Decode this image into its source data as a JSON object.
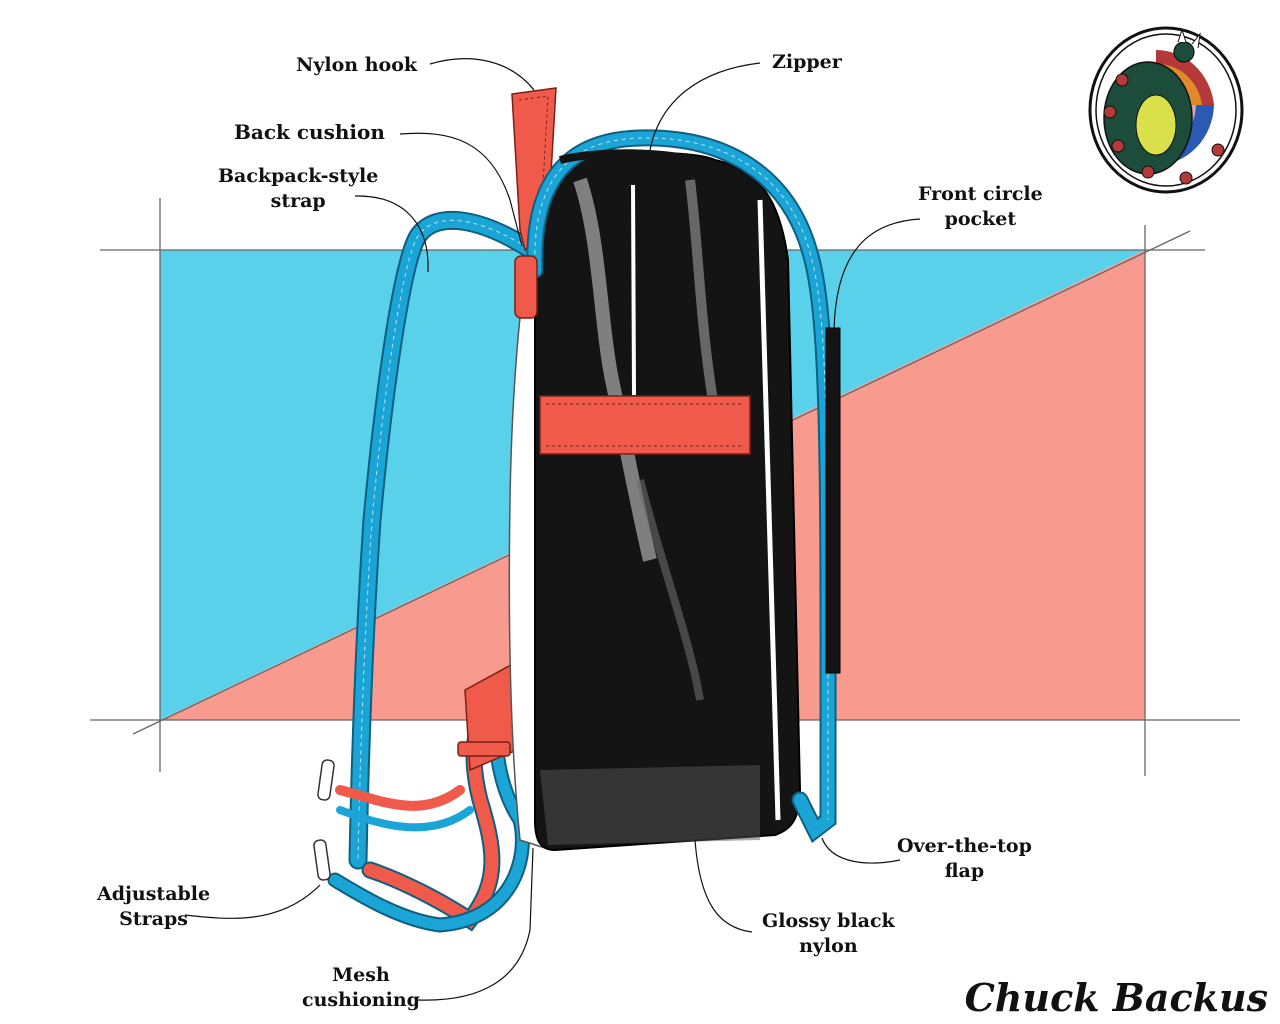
{
  "labels": {
    "nylon_hook": "Nylon hook",
    "back_cushion": "Back cushion",
    "backpack_strap": [
      "Backpack-style",
      "strap"
    ],
    "zipper": "Zipper",
    "front_pocket": [
      "Front circle",
      "pocket"
    ],
    "overtop_flap": [
      "Over-the-top",
      "flap"
    ],
    "glossy_nylon": [
      "Glossy black",
      "nylon"
    ],
    "mesh_cushioning": [
      "Mesh",
      "cushioning"
    ],
    "adjustable_straps": [
      "Adjustable",
      "Straps"
    ]
  },
  "signature": "Chuck Backus",
  "colors": {
    "cyan": "#59d1ea",
    "salmon": "#f99a8e",
    "strap_blue": "#1aa5d6",
    "strap_red": "#f05a4a",
    "bag_black": "#141414"
  },
  "icons": {
    "logo": "turtle-rainbow-logo"
  }
}
